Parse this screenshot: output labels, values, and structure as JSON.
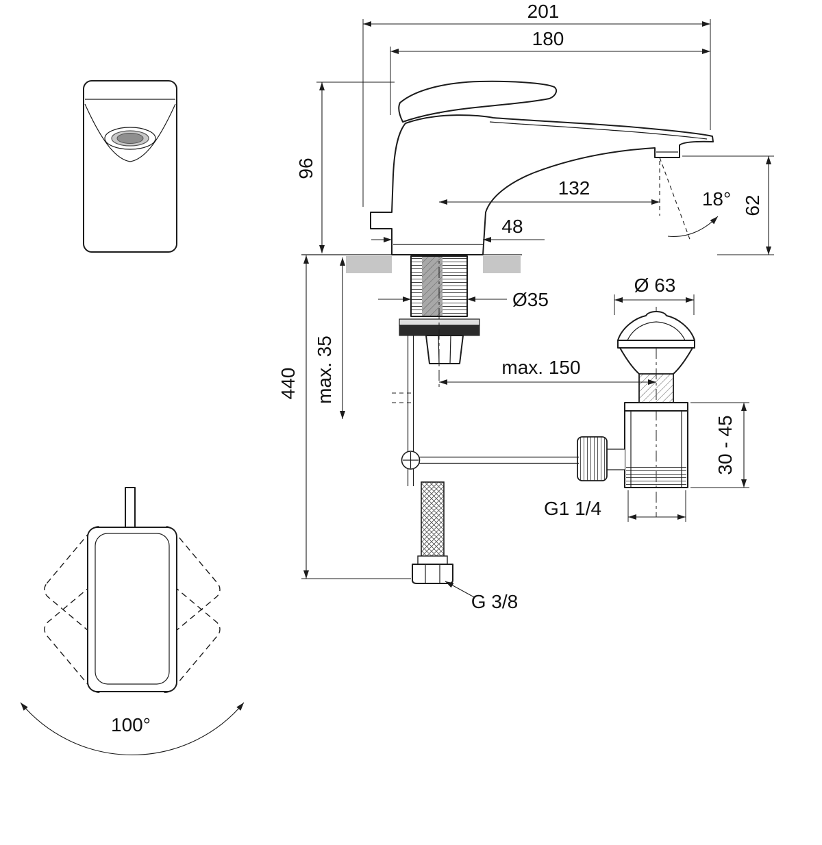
{
  "dims": {
    "total_length": "201",
    "spout_overall": "180",
    "body_height": "96",
    "spout_reach": "132",
    "base_width": "48",
    "outlet_height": "62",
    "outlet_angle": "18°",
    "mounting_hole": "Ø35",
    "deck_thickness": "max. 35",
    "supply_length": "440",
    "rod_reach": "max. 150",
    "waste_cap": "Ø 63",
    "waste_adjust": "30 - 45",
    "waste_thread": "G1 1/4",
    "supply_thread": "G 3/8",
    "swivel_angle": "100°"
  }
}
